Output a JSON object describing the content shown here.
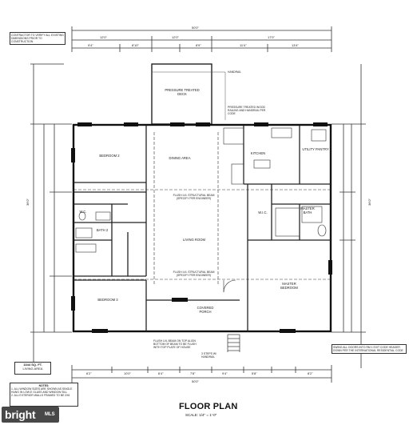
{
  "header_note": "CONTRACTOR TO VERIFY ALL EXISTING DIMENSIONS PRIOR TO CONSTRUCTION",
  "top_right_note": "",
  "dims": {
    "top_total": "50'0\"",
    "top_left": "12'0\"",
    "top_mid": "12'0\"",
    "top_right": "17'0\"",
    "top_row2": [
      "9'4\"",
      "8'10\"",
      "8'9\"",
      "11'4\"",
      "13'4\""
    ],
    "bottom_total": "50'0\"",
    "bottom_row": [
      "6'2\"",
      "10'0\"",
      "6'4\"",
      "7'8\"",
      "9'4\"",
      "5'8\"",
      "8'2\""
    ],
    "left_total": "36'0\"",
    "right_total": "36'0\""
  },
  "rooms": {
    "porch_top": "PRESSURE TREATED DECK",
    "porch_note": "PRESSURE TREATED WOOD RAILING AND HANDRAIL PER CODE",
    "handrail": "HANDRAIL",
    "bedroom2": "BEDROOM 2",
    "dining": "DINING AREA",
    "kitchen": "KITCHEN",
    "utility": "UTILITY PANTRY",
    "living": "LIVING ROOM",
    "wic": "W.I.C.",
    "master_bath": "MASTER BATH",
    "bath2": "BATH 2",
    "wc": "W.C.",
    "bedroom3": "BEDROOM 3",
    "master": "MASTER BEDROOM",
    "covered_porch": "COVERED PORCH",
    "beam1": "FLUSH LVL STRUCTURAL BEAM (SPECIFY PER ENGINEER)",
    "beam2": "FLUSH LVL STRUCTURAL BEAM (SPECIFY PER ENGINEER)",
    "porch_beam": "FLUSH LVL BEAM ON TOP ALIGN BOTTOM OF BEAM TO BE FLUSH WITH TOP PLATE OF HOUSE",
    "right_note": "SWING ALL DOORS INTO RM 1 EXIT CODE HEADER DOWN PER THE INTERNATIONAL RESIDENTIAL CODE",
    "step_note": "3 STEPS W/ HANDRAIL"
  },
  "area": {
    "value": "1344 SQ. FT.",
    "label": "LIVING AREA"
  },
  "notes": {
    "heading": "NOTES:",
    "line1": "1. ALL WINDOW SIZES ARE SHOWN AS SINGLE",
    "line2": "HUNG IN LOW-E GLASS AND WINDOW SILL",
    "line3": "2. ALL EXTERIOR WALLS FRAMED TO BE 2x6"
  },
  "footer": {
    "title": "FLOOR PLAN",
    "scale": "SCALE: 1/4\" = 1'-0\""
  },
  "watermark": "bright",
  "watermark_suffix": "MLS"
}
